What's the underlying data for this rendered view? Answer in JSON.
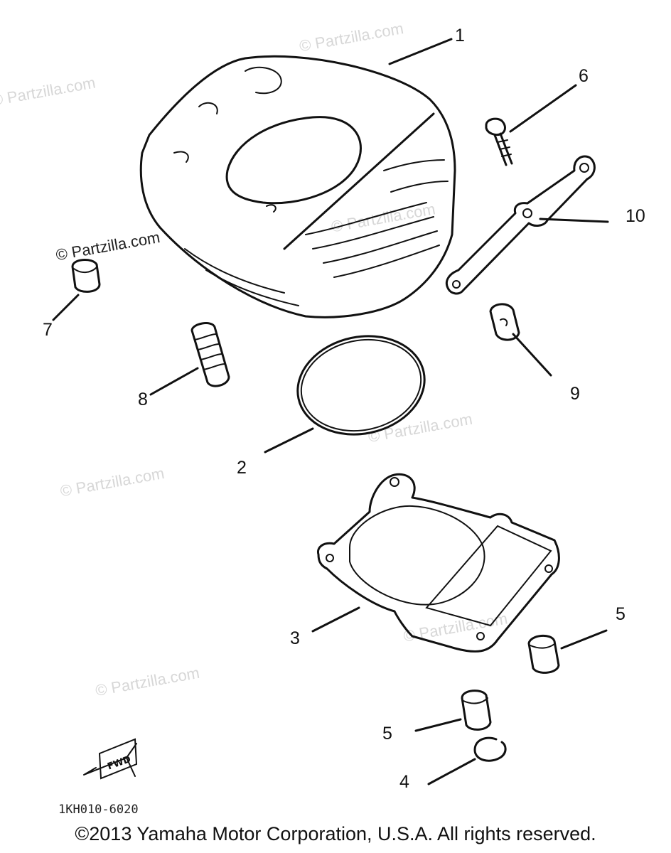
{
  "watermark": "© Partzilla.com",
  "callouts": [
    "1",
    "2",
    "3",
    "4",
    "5",
    "5",
    "6",
    "7",
    "8",
    "9",
    "10"
  ],
  "fwd_label": "FWD",
  "diagram_code": "1KH010-6020",
  "copyright": "©2013  Yamaha Motor Corporation, U.S.A. All rights reserved."
}
